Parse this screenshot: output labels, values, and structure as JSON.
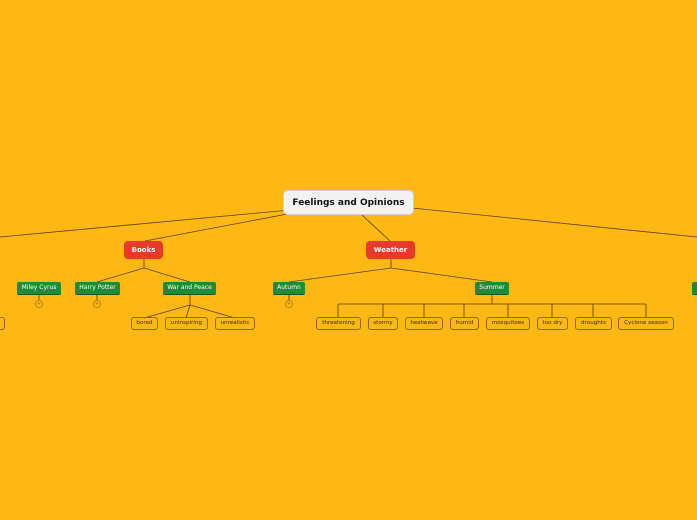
{
  "root": {
    "label": "Feelings and Opinions"
  },
  "main": {
    "books": "Books",
    "weather": "Weather"
  },
  "sub": {
    "miley": "Miley Cyrus",
    "harry": "Harry Potter",
    "war": "War and Peace",
    "autumn": "Autumn",
    "summer": "Summer"
  },
  "leaves": {
    "war": [
      "bored",
      "uninspiring",
      "unrealistic"
    ],
    "summer": [
      "threatening",
      "stormy",
      "heatwave",
      "humid",
      "mosquitoes",
      "too dry",
      "droughts",
      "Cyclone season"
    ]
  },
  "colors": {
    "background": "#FDB813",
    "main_node": "#E8392A",
    "sub_node": "#1E8A3C",
    "root_node": "#F2F2F2"
  },
  "icons": {
    "collapsed": "collapsed-branch-icon"
  }
}
